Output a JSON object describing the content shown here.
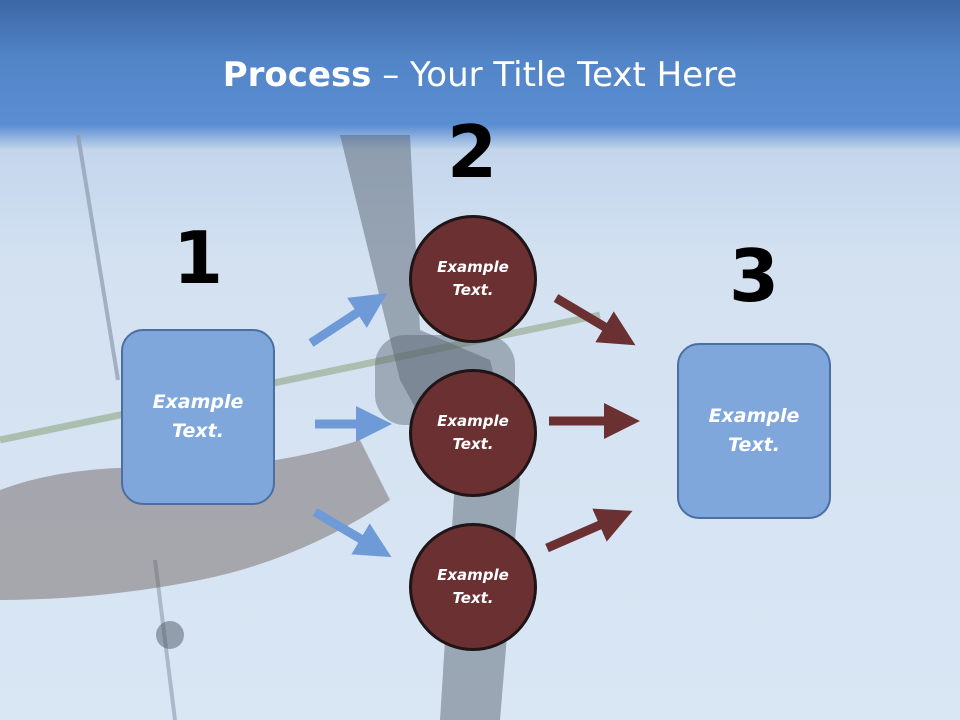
{
  "title": {
    "bold": "Process",
    "rest": " – Your Title Text Here"
  },
  "steps": {
    "one": "1",
    "two": "2",
    "three": "3"
  },
  "boxes": {
    "left": {
      "line1": "Example",
      "line2": "Text."
    },
    "right": {
      "line1": "Example",
      "line2": "Text."
    }
  },
  "circles": [
    {
      "line1": "Example",
      "line2": "Text."
    },
    {
      "line1": "Example",
      "line2": "Text."
    },
    {
      "line1": "Example",
      "line2": "Text."
    }
  ],
  "colors": {
    "header": "#5285c8",
    "box_fill": "#7fa7dc",
    "circle_fill": "#6b3032",
    "blue_arrow": "#6f9ad8",
    "maroon_arrow": "#6b3032"
  }
}
